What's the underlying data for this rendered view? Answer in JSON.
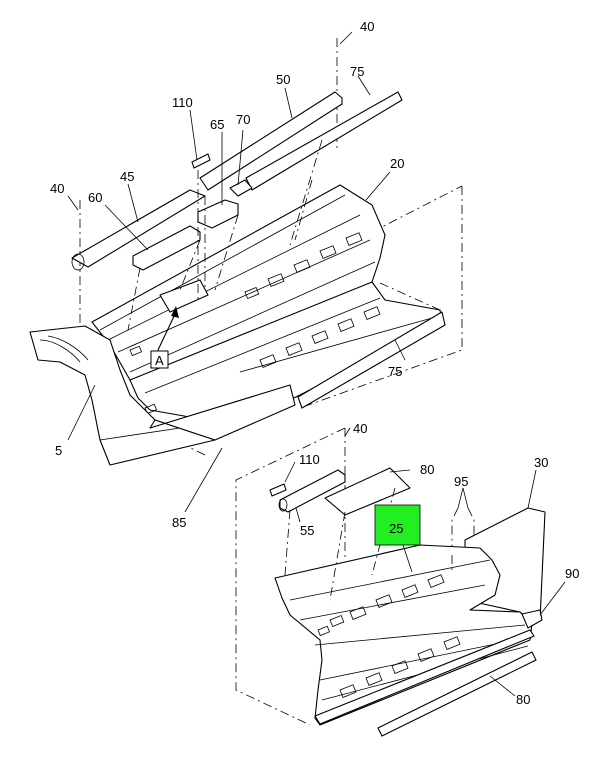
{
  "callouts": {
    "c40a": "40",
    "c75a": "75",
    "c50": "50",
    "c110a": "110",
    "c65": "65",
    "c70": "70",
    "c20": "20",
    "c40b": "40",
    "c45": "45",
    "c60": "60",
    "cA": "A",
    "c75b": "75",
    "c5": "5",
    "c85": "85",
    "c40c": "40",
    "c110b": "110",
    "c80a": "80",
    "c95": "95",
    "c30": "30",
    "c55": "55",
    "c25": "25",
    "c90": "90",
    "c80b": "80"
  },
  "colors": {
    "highlight": "#22ee22",
    "line": "#000000",
    "background": "#ffffff"
  }
}
